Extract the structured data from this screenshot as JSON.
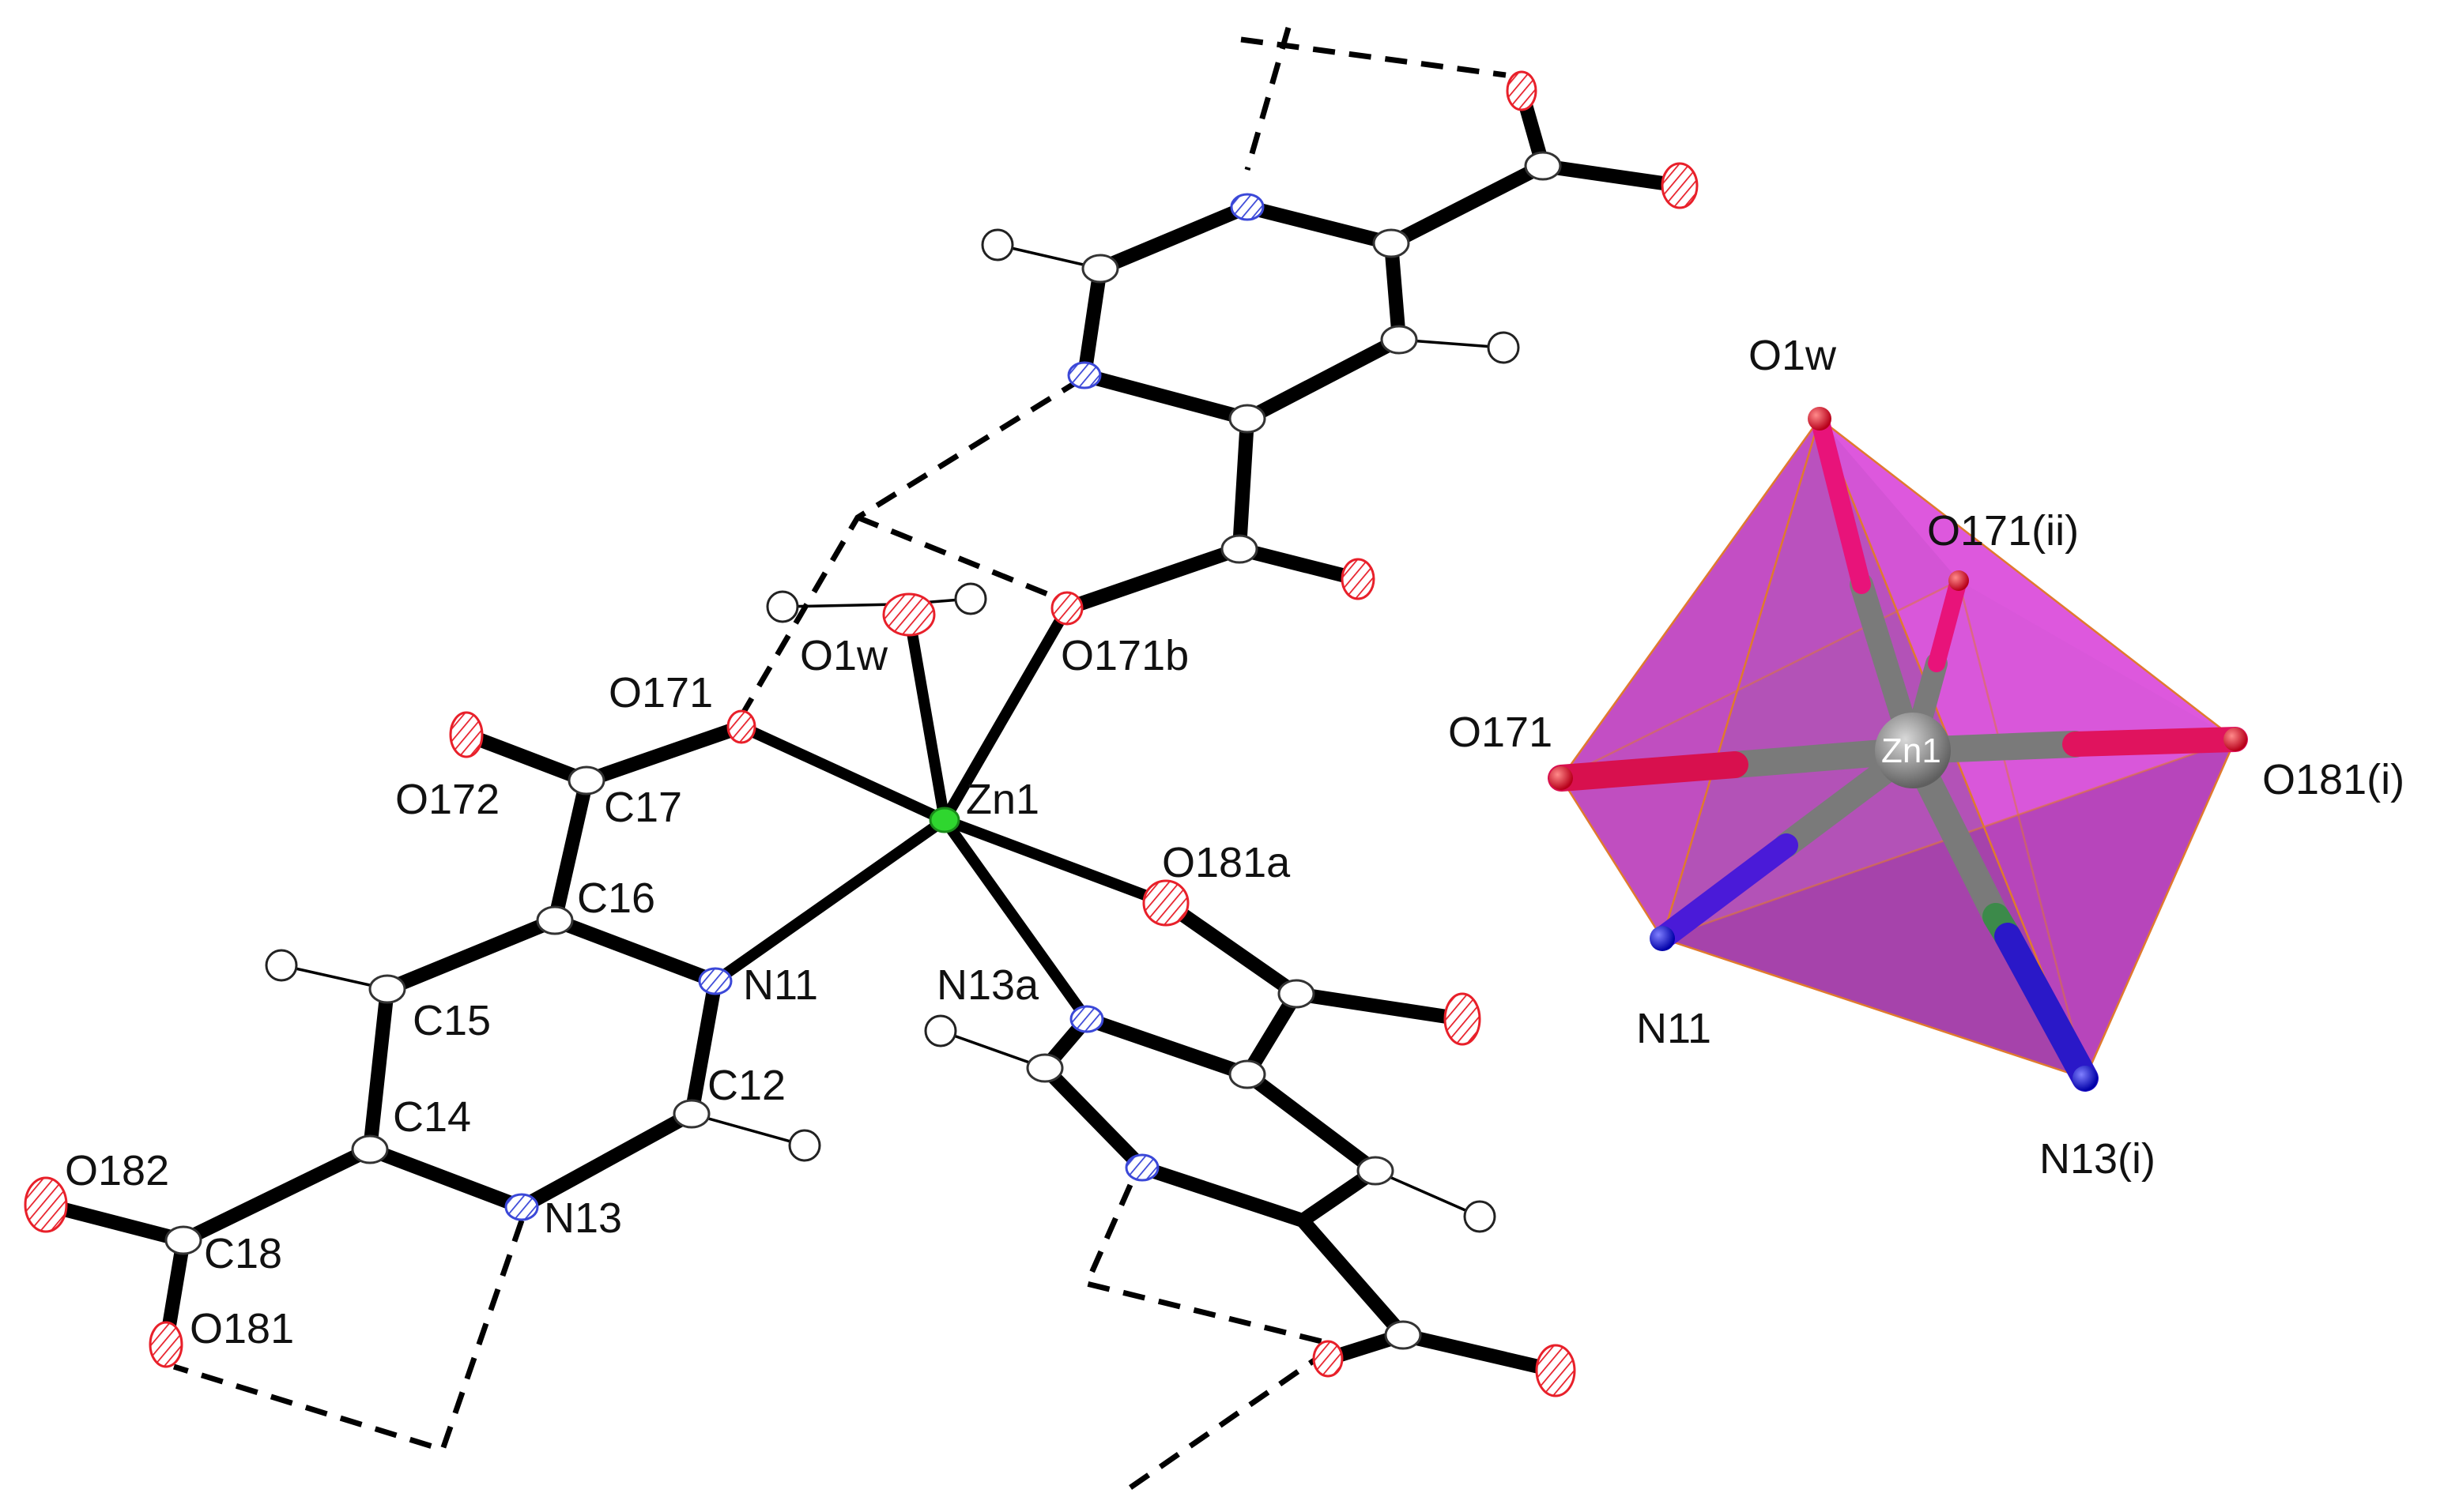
{
  "colors": {
    "oxygen": "#e8202a",
    "nitrogen": "#3b48d8",
    "carbon": "#c8c8c8",
    "zinc": "#2fd62f",
    "polyhedron_fill": "#c21fc7",
    "polyhedron_edge": "#e07a2e",
    "zinc_sphere": "#8a8a8a",
    "oxygen_sphere": "#e0102a",
    "nitrogen_sphere": "#1a1ad8"
  },
  "ortep_labels": {
    "o1w": "O1w",
    "o171b": "O171b",
    "o171": "O171",
    "zn1": "Zn1",
    "o172": "O172",
    "c17": "C17",
    "o181a": "O181a",
    "c16": "C16",
    "n11": "N11",
    "n13a": "N13a",
    "c15": "C15",
    "c12": "C12",
    "c14": "C14",
    "o182": "O182",
    "n13": "N13",
    "c18": "C18",
    "o181": "O181"
  },
  "polyhedron_labels": {
    "o1w": "O1w",
    "o171_ii": "O171(ii)",
    "o171": "O171",
    "zn1": "Zn1",
    "o181_i": "O181(i)",
    "n11": "N11",
    "n13_i": "N13(i)"
  },
  "icons": {
    "atom_ellipsoid": "thermal-ellipsoid-icon",
    "hydrogen_sphere": "hydrogen-sphere-icon",
    "polyhedron_vertex": "ball-icon"
  }
}
